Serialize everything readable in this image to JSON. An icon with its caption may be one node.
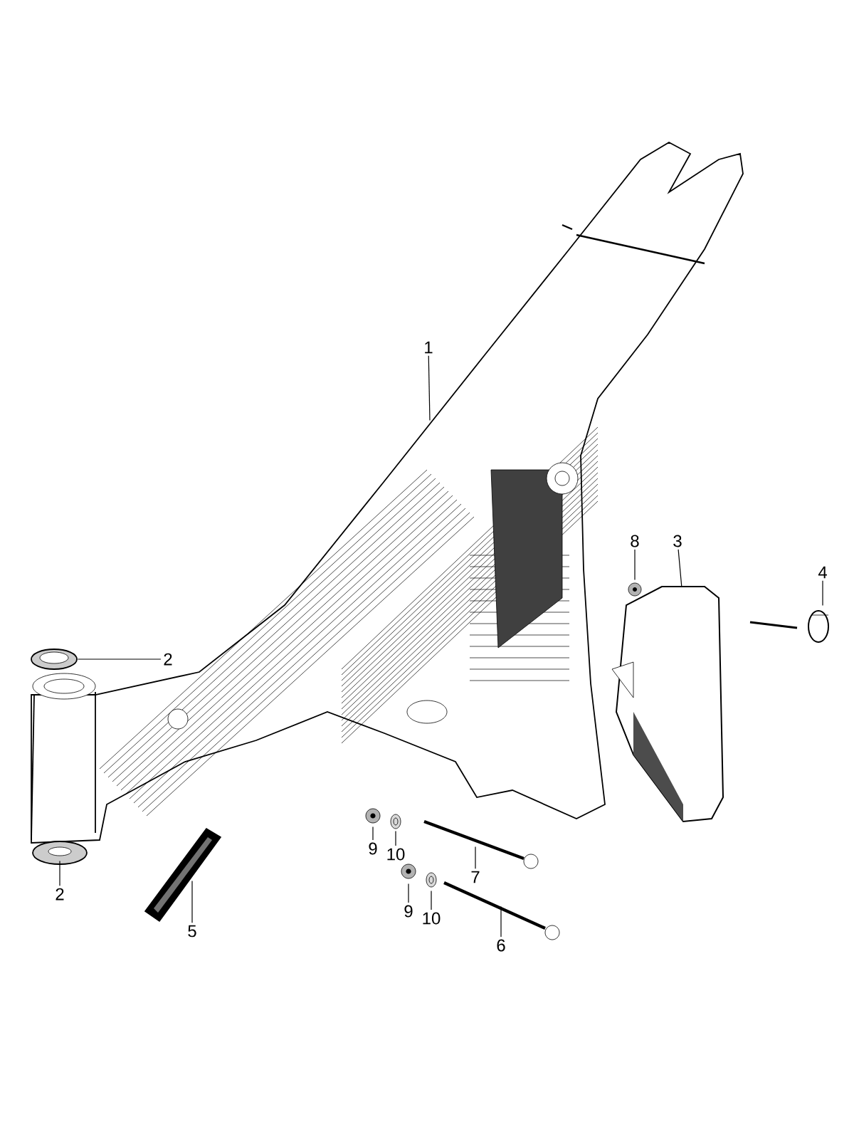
{
  "diagram": {
    "nodes": [
      {
        "text": [
          "1"
        ]
      },
      {
        "text": [],
        "shape": "picture"
      },
      {
        "text": [
          "2"
        ]
      },
      {
        "text": [],
        "shape": "picture"
      },
      {
        "text": [
          "2"
        ]
      },
      {
        "text": [],
        "shape": "picture"
      },
      {
        "text": [
          "3"
        ]
      },
      {
        "text": [],
        "shape": "picture"
      },
      {
        "text": [
          "4"
        ]
      },
      {
        "text": [],
        "shape": "picture"
      },
      {
        "text": [
          "5"
        ]
      },
      {
        "text": [],
        "shape": "picture"
      },
      {
        "text": [
          "6"
        ]
      },
      {
        "text": [],
        "shape": "picture"
      },
      {
        "text": [
          "7"
        ]
      },
      {
        "text": [],
        "shape": "picture"
      },
      {
        "text": [
          "8"
        ]
      },
      {
        "text": [],
        "shape": "picture"
      },
      {
        "text": [
          "9"
        ]
      },
      {
        "text": [],
        "shape": "picture"
      },
      {
        "text": [
          "10"
        ]
      },
      {
        "text": [],
        "shape": "picture"
      },
      {
        "text": [
          "9"
        ]
      },
      {
        "text": [],
        "shape": "picture"
      },
      {
        "text": [
          "10"
        ]
      },
      {
        "text": [],
        "shape": "picture"
      }
    ],
    "edges": [
      {
        "from": 0,
        "to": 1,
        "arrow": "none"
      },
      {
        "from": 2,
        "to": 3,
        "arrow": "none"
      },
      {
        "from": 4,
        "to": 5,
        "arrow": "none"
      },
      {
        "from": 6,
        "to": 7,
        "arrow": "none"
      },
      {
        "from": 8,
        "to": 9,
        "arrow": "none"
      },
      {
        "from": 10,
        "to": 11,
        "arrow": "none"
      },
      {
        "from": 12,
        "to": 13,
        "arrow": "none"
      },
      {
        "from": 14,
        "to": 15,
        "arrow": "none"
      },
      {
        "from": 16,
        "to": 17,
        "arrow": "none"
      },
      {
        "from": 18,
        "to": 19,
        "arrow": "none"
      },
      {
        "from": 20,
        "to": 21,
        "arrow": "none"
      },
      {
        "from": 22,
        "to": 23,
        "arrow": "none"
      },
      {
        "from": 24,
        "to": 25,
        "arrow": "none"
      }
    ]
  }
}
